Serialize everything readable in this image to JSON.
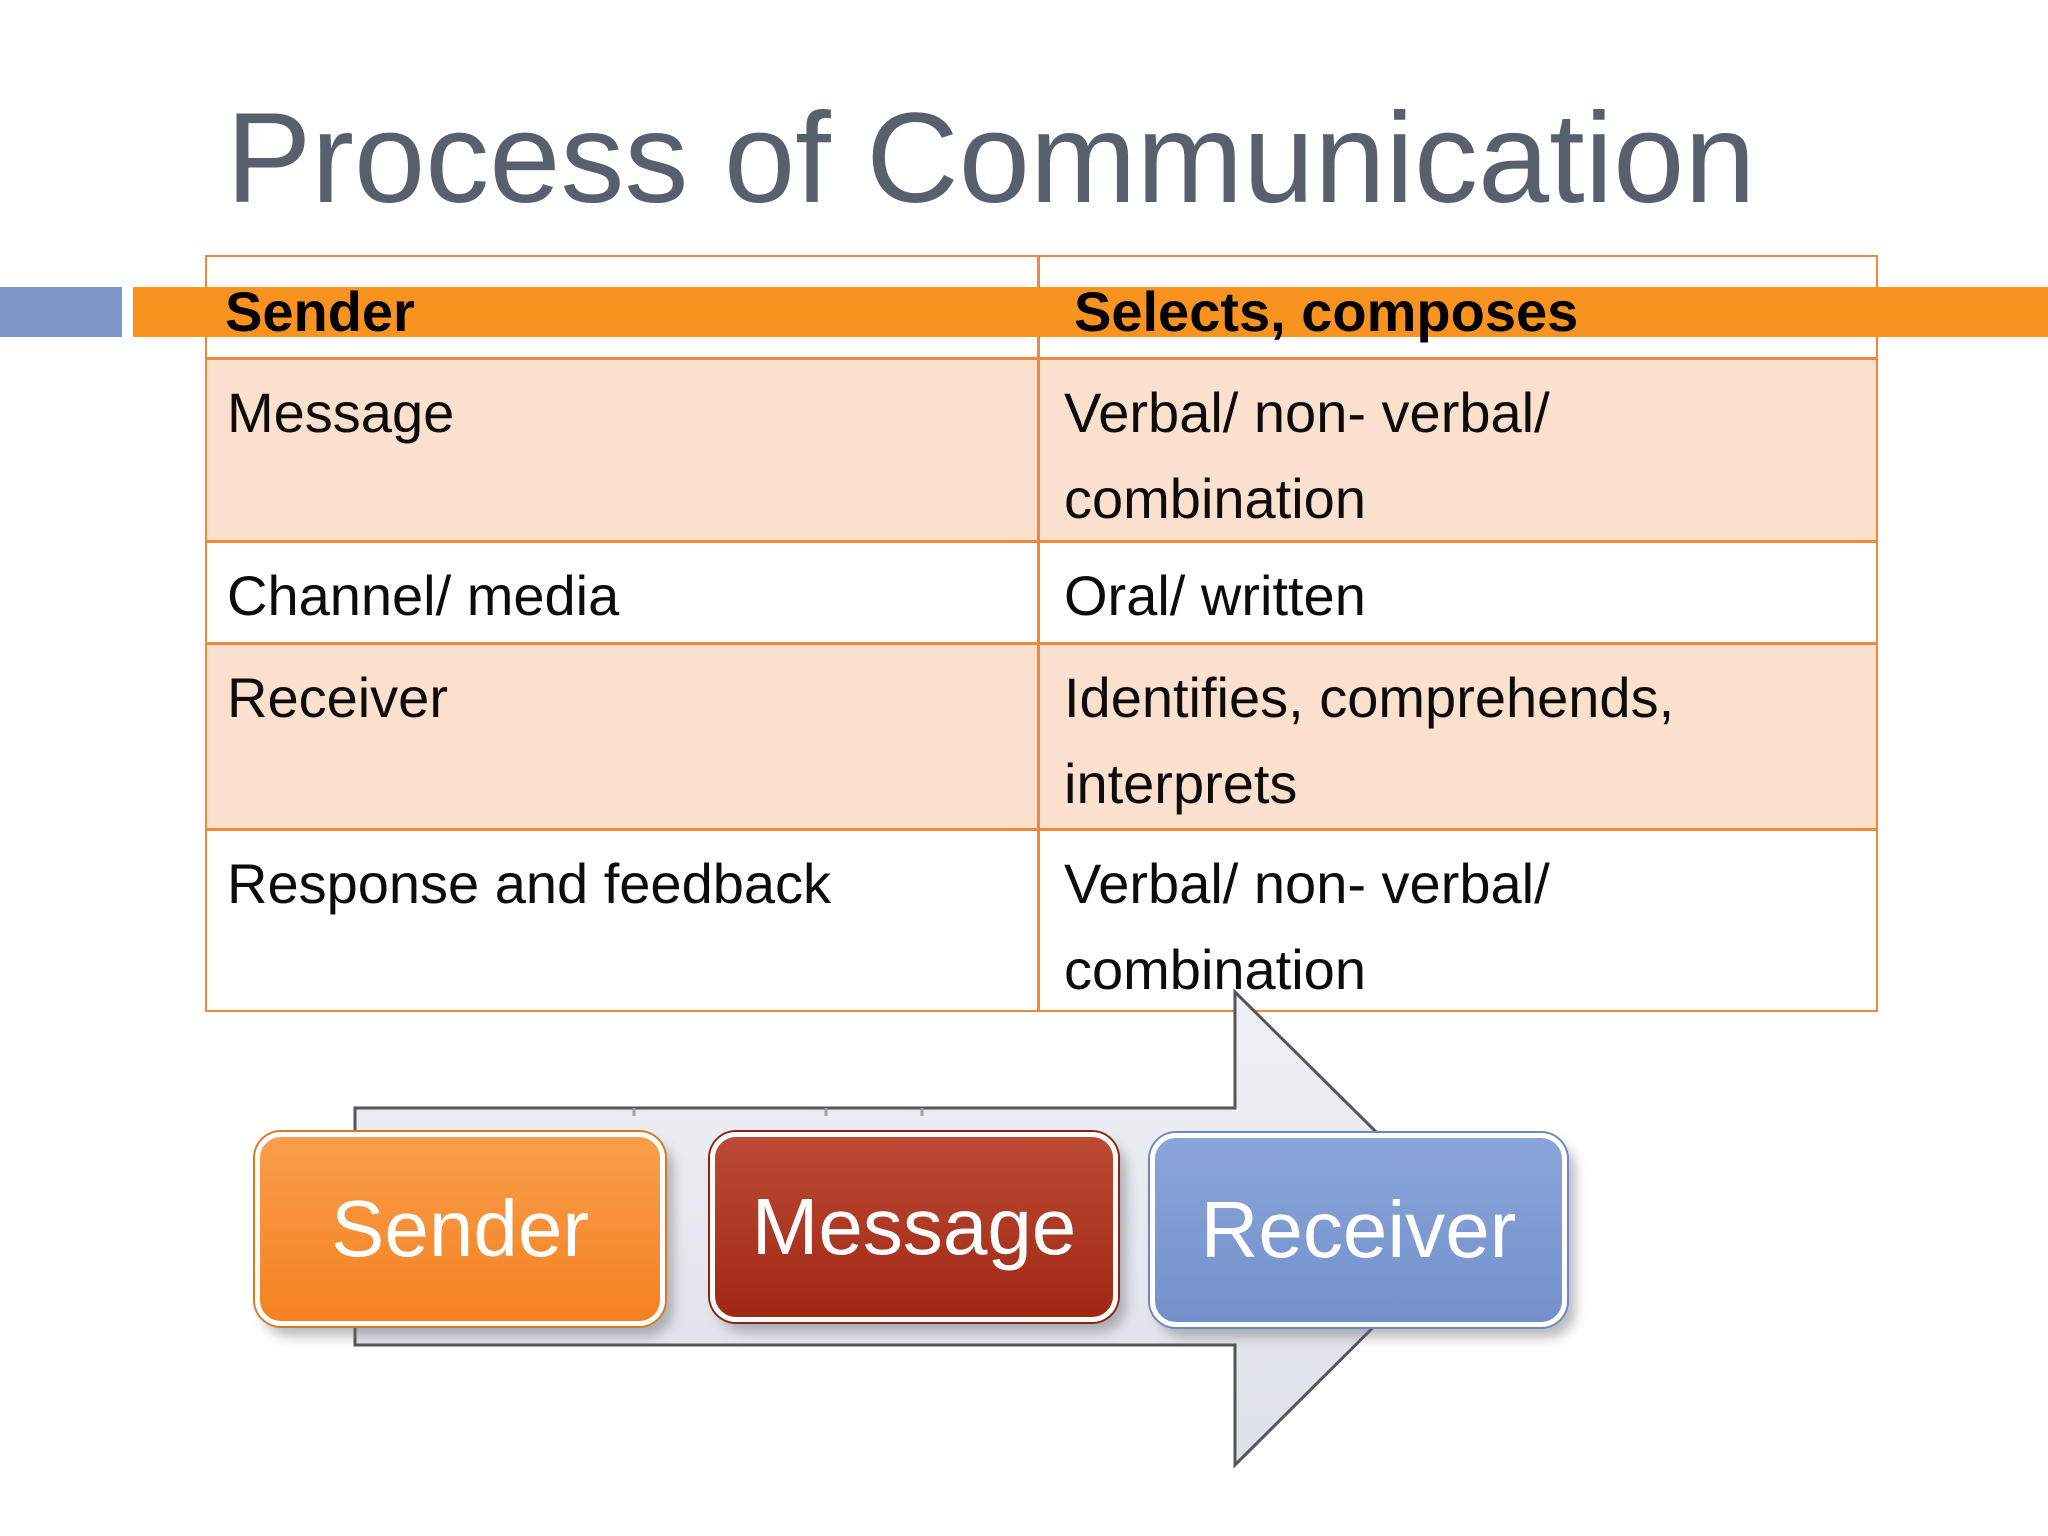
{
  "title": "Process of Communication",
  "table": {
    "header": {
      "col1": "Sender",
      "col2": "Selects, composes"
    },
    "rows": [
      {
        "col1": "Message",
        "col2": "Verbal/ non- verbal/\ncombination"
      },
      {
        "col1": "Channel/ media",
        "col2": "Oral/ written"
      },
      {
        "col1": "Receiver",
        "col2": "Identifies, comprehends,\ninterprets"
      },
      {
        "col1": "Response and feedback",
        "col2": "Verbal/ non- verbal/\ncombination"
      }
    ]
  },
  "diagram": {
    "boxes": [
      {
        "label": "Sender",
        "color": "#F48120"
      },
      {
        "label": "Message",
        "color": "#A02813"
      },
      {
        "label": "Receiver",
        "color": "#7390CA"
      }
    ],
    "arrow_fill": "#E9EBF2",
    "arrow_outline": "#55565A"
  },
  "colors": {
    "title_text": "#58606E",
    "header_band_orange": "#F7931E",
    "table_border_orange": "#F0883C",
    "row_shaded_peach": "#FBE0CE",
    "accent_bar_blue": "#7D96C9",
    "body_text": "#0C0C0C"
  }
}
